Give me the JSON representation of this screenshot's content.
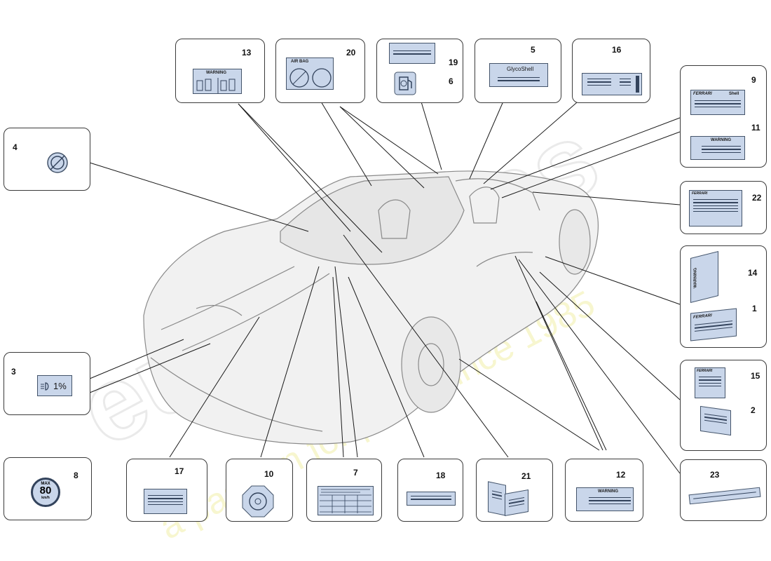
{
  "callouts": {
    "c1": "1",
    "c2": "2",
    "c3": "3",
    "c4": "4",
    "c5": "5",
    "c6": "6",
    "c7": "7",
    "c8": "8",
    "c9": "9",
    "c10": "10",
    "c11": "11",
    "c12": "12",
    "c13": "13",
    "c14": "14",
    "c15": "15",
    "c16": "16",
    "c17": "17",
    "c18": "18",
    "c19": "19",
    "c20": "20",
    "c21": "21",
    "c22": "22",
    "c23": "23"
  },
  "label_text": {
    "warning": "WARNING",
    "airbag": "AIR BAG",
    "glycoshell": "GlycoShell",
    "shell": "Shell",
    "headlight_percent": "1%",
    "speed_max": "MAX",
    "speed_value": "80",
    "speed_unit": "km/h",
    "ferrari": "FERRARI"
  },
  "watermark": {
    "brand": "eurospares",
    "tagline": "a passion for parts since 1985"
  },
  "colors": {
    "label_fill": "#c9d6ea",
    "label_stroke": "#44546a",
    "watermark_yellow": "#f2f0a8",
    "car_outline": "#8a8a8a"
  }
}
